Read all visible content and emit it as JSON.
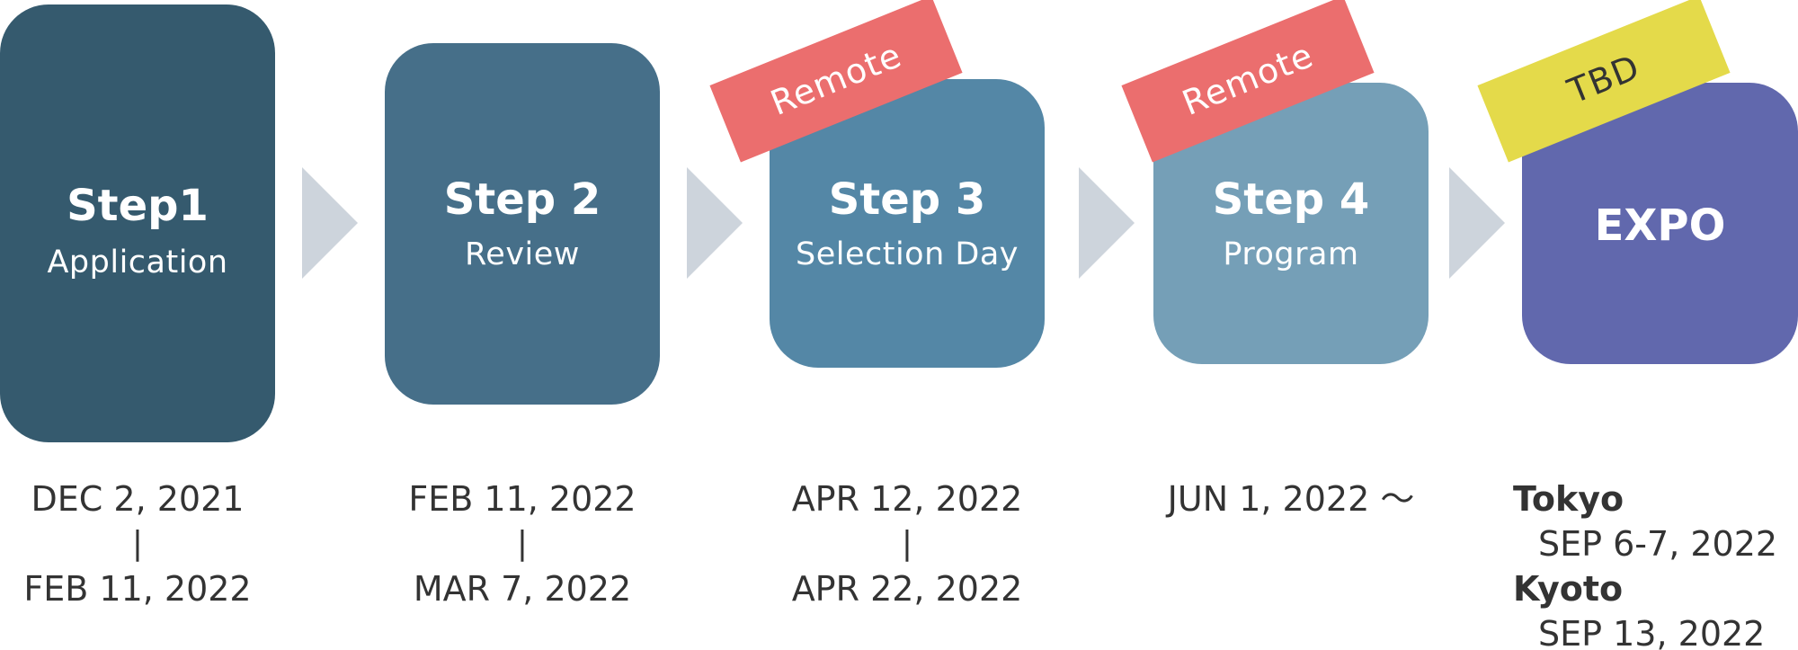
{
  "steps": [
    {
      "title": "Step1",
      "subtitle": "Application",
      "color": "#355a6e",
      "date_start": "DEC 2, 2021",
      "date_sep": "|",
      "date_end": "FEB 11, 2022"
    },
    {
      "title": "Step 2",
      "subtitle": "Review",
      "color": "#466f89",
      "date_start": "FEB 11, 2022",
      "date_sep": "|",
      "date_end": "MAR 7, 2022"
    },
    {
      "title": "Step 3",
      "subtitle": "Selection Day",
      "color": "#5487a6",
      "tag": "Remote",
      "tag_color": "#eb6e6e",
      "date_start": "APR 12, 2022",
      "date_sep": "|",
      "date_end": "APR 22, 2022"
    },
    {
      "title": "Step 4",
      "subtitle": "Program",
      "color": "#759fb7",
      "tag": "Remote",
      "tag_color": "#eb6e6e",
      "date_start": "JUN 1, 2022 〜"
    },
    {
      "title": "EXPO",
      "color": "#6168ad",
      "tag": "TBD",
      "tag_color": "#e4da4a"
    }
  ],
  "expo_schedule": [
    {
      "city": "Tokyo",
      "date": "SEP 6-7, 2022"
    },
    {
      "city": "Kyoto",
      "date": "SEP 13, 2022"
    }
  ],
  "arrow_color": "#cdd4dc"
}
